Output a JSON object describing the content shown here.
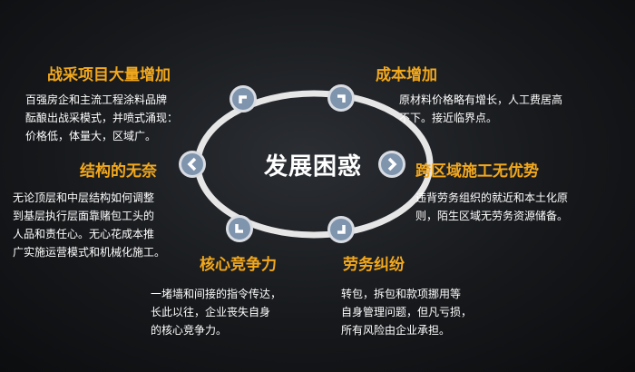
{
  "center": {
    "title": "发展困惑"
  },
  "blocks": {
    "top_left": {
      "heading": "战采项目大量增加",
      "lines": [
        "百强房企和主流工程涂料品牌",
        "酝酿出战采模式，并喷式涌现：",
        "价格低，体量大，区域广。"
      ]
    },
    "top_right": {
      "heading": "成本增加",
      "lines": [
        "原材料价格略有增长，人工费居高",
        "不下。接近临界点。"
      ]
    },
    "mid_left": {
      "heading": "结构的无奈",
      "lines": [
        "无论顶层和中层结构如何调整",
        "到基层执行层面靠赌包工头的",
        "人品和责任心。无心花成本推",
        "广实施运营模式和机械化施工。"
      ]
    },
    "mid_right": {
      "heading": "跨区域施工无优势",
      "lines": [
        "违背劳务组织的就近和本土化原",
        "则，陌生区域无劳务资源储备。"
      ]
    },
    "bottom_left": {
      "heading": "核心竞争力",
      "lines": [
        "一堵墙和间接的指令传达，",
        "长此以往，企业丧失自身",
        "的核心竞争力。"
      ]
    },
    "bottom_right": {
      "heading": "劳务纠纷",
      "lines": [
        "转包，拆包和款项挪用等",
        "自身管理问题，但凡亏损，",
        "所有风险由企业承担。"
      ]
    }
  },
  "colors": {
    "heading": "#f2a81d",
    "ring": "#e6e6e6",
    "node_fill": "#7f94ad",
    "node_ring": "#d9dde3",
    "text": "#ffffff"
  },
  "icons": [
    "chevron-up-left-icon",
    "chevron-up-right-icon",
    "chevron-left-icon",
    "chevron-right-icon",
    "chevron-down-left-icon",
    "chevron-down-right-icon"
  ]
}
